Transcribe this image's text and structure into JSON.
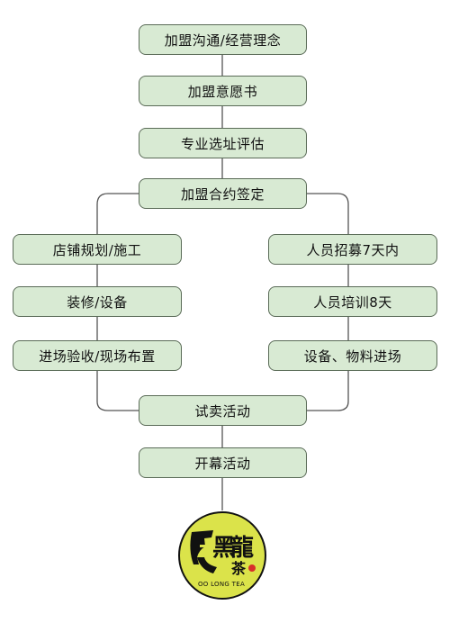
{
  "flow": {
    "main_steps": [
      "加盟沟通/经营理念",
      "加盟意愿书",
      "专业选址评估",
      "加盟合约签定"
    ],
    "left_branch": [
      "店铺规划/施工",
      "装修/设备",
      "进场验收/现场布置"
    ],
    "right_branch": [
      "人员招募7天内",
      "人员培训8天",
      "设备、物料进场"
    ],
    "final_steps": [
      "试卖活动",
      "开幕活动"
    ]
  },
  "logo": {
    "mark": "黑龍茶",
    "name": "OO LONG TEA"
  },
  "colors": {
    "box_fill": "#d8ead3",
    "box_border": "#5a6b57",
    "connector": "#555555",
    "logo_yellow": "#dbe34a",
    "logo_red": "#d8302a"
  }
}
